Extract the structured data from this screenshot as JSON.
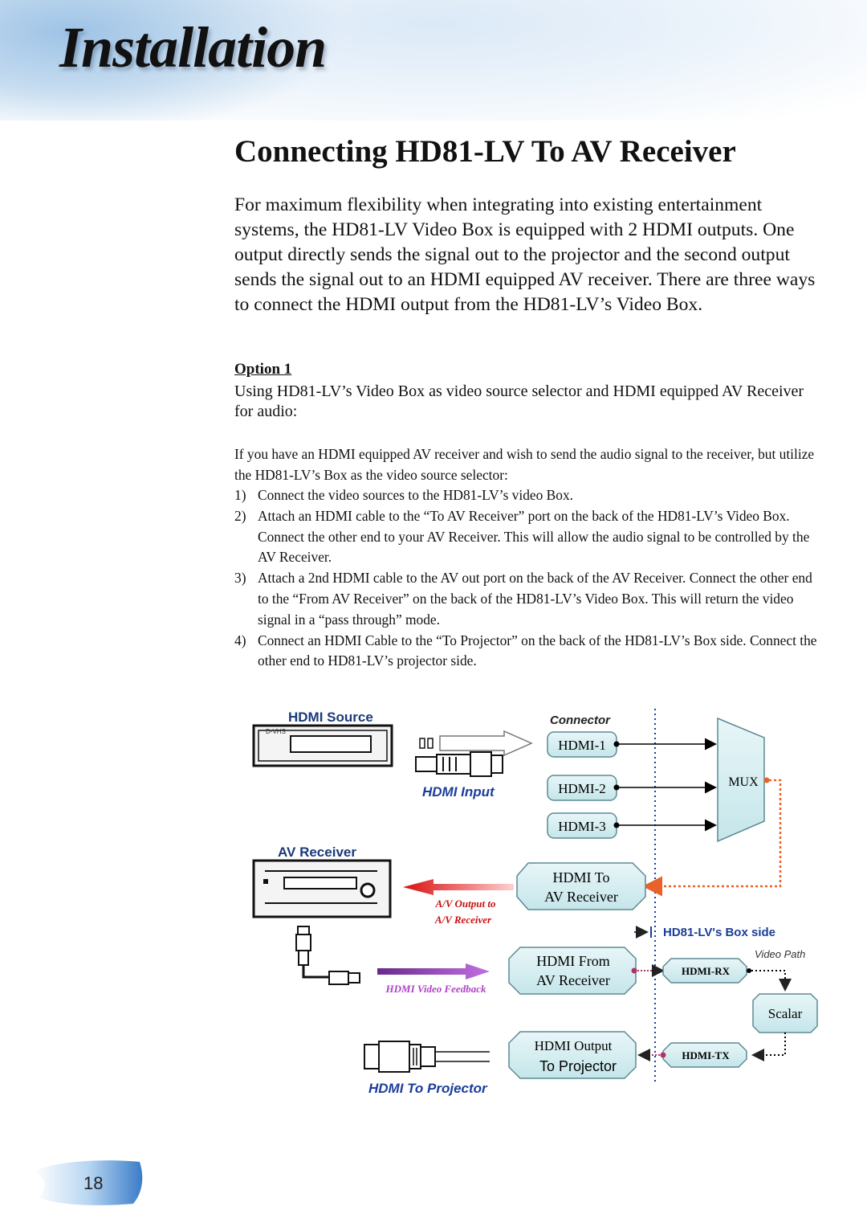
{
  "header": {
    "title": "Installation"
  },
  "section": {
    "title": "Connecting HD81-LV To AV Receiver",
    "intro": "For maximum flexibility when integrating into existing entertainment systems, the HD81-LV Video Box is equipped with 2 HDMI outputs. One output directly sends the signal out to the projector and the second output sends the signal out to an HDMI equipped AV receiver. There are three ways to connect the HDMI output from the HD81-LV’s Video Box."
  },
  "option": {
    "heading": "Option 1",
    "description": "Using HD81-LV’s Video Box as video source selector and HDMI equipped AV Receiver for audio:",
    "paragraph": "If you have an HDMI equipped AV receiver and wish to send the audio signal to the receiver, but utilize the HD81-LV’s Box as the video source selector:",
    "steps": [
      {
        "num": "1)",
        "text": "Connect the video sources to the HD81-LV’s video Box."
      },
      {
        "num": "2)",
        "text": "Attach an HDMI cable to the “To AV Receiver” port on the back of the HD81-LV’s Video Box. Connect the other end to your AV Receiver. This will allow the audio signal to be controlled by the AV Receiver."
      },
      {
        "num": "3)",
        "text": "Attach a 2nd HDMI cable to the AV out port on the back of the AV Receiver. Connect the other end to the “From AV Receiver” on the back of the HD81-LV’s Video Box. This will return the video signal in a “pass through” mode."
      },
      {
        "num": "4)",
        "text": "Connect an HDMI Cable to the “To Projector” on the back of the HD81-LV’s Box side. Connect the other end to HD81-LV’s projector side."
      }
    ]
  },
  "diagram": {
    "hdmi_source": "HDMI Source",
    "dvhs": "D-VHS",
    "connector": "Connector",
    "hdmi_input": "HDMI Input",
    "hdmi1": "HDMI-1",
    "hdmi2": "HDMI-2",
    "hdmi3": "HDMI-3",
    "mux": "MUX",
    "av_receiver": "AV Receiver",
    "to_av_line1": "HDMI To",
    "to_av_line2": "AV Receiver",
    "av_output_line1": "A/V Output to",
    "av_output_line2": "A/V Receiver",
    "box_side": "HD81-LV's Box side",
    "from_av_line1": "HDMI From",
    "from_av_line2": "AV Receiver",
    "hdmi_rx": "HDMI-RX",
    "video_path": "Video Path",
    "video_feedback": "HDMI Video Feedback",
    "scalar": "Scalar",
    "output_line1": "HDMI Output",
    "output_line2": "To Projector",
    "hdmi_tx": "HDMI-TX",
    "hdmi_to_projector": "HDMI To Projector"
  },
  "page": {
    "number": "18"
  }
}
